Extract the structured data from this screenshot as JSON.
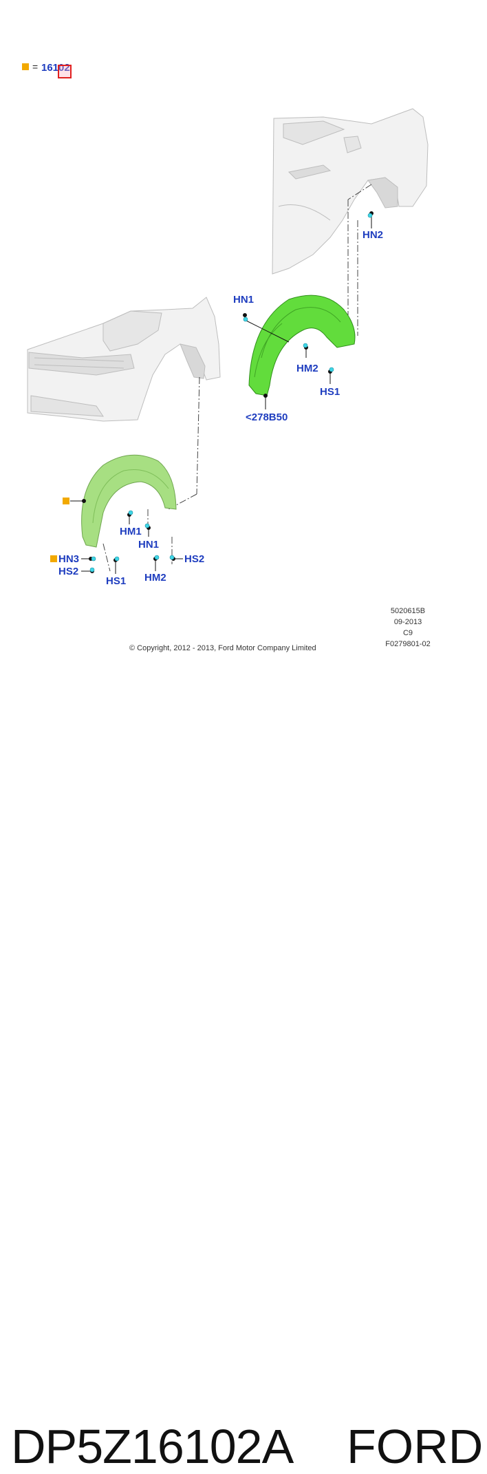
{
  "legend": {
    "equals": "=",
    "number": "16102"
  },
  "callouts": {
    "rear_hn2": "HN2",
    "rear_hn1": "HN1",
    "rear_hm2": "HM2",
    "rear_hs1": "HS1",
    "rear_ref": "<278B50",
    "front_hm1": "HM1",
    "front_hn1": "HN1",
    "front_hn3": "HN3",
    "front_hs2_left": "HS2",
    "front_hs2_right": "HS2",
    "front_hs1": "HS1",
    "front_hm2": "HM2"
  },
  "copyright": "© Copyright, 2012 - 2013, Ford Motor Company Limited",
  "meta": {
    "line1": "5020615B",
    "line2": "09-2013",
    "line3": "C9",
    "line4": "F0279801-02"
  },
  "footer": {
    "part_number": "DP5Z16102A",
    "brand": "FORD"
  },
  "colors": {
    "callout": "#1e3dbf",
    "part_green": "#5fd63a",
    "marker": "#f2a900",
    "highlight": "#e01f1f"
  }
}
